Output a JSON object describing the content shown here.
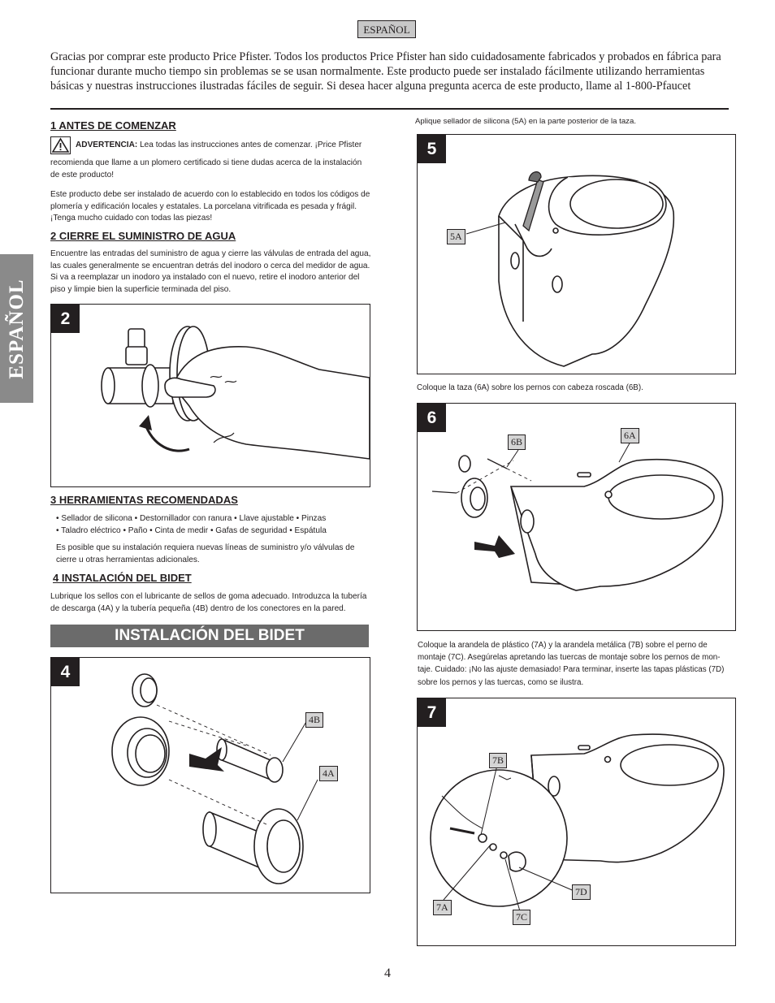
{
  "header": {
    "language_tag": "ESPAÑOL",
    "intro": "Gracias por comprar este producto Price Pfister. Todos los productos Price Pfister han sido cuidadosamente fabricados y probados en fábrica para funcionar durante mucho tiempo sin problemas se se usan normalmente. Este producto puede ser instalado fácilmente utilizando herramientas básicas y nuestras instrucciones ilustradas fáciles de seguir. Si desea hacer alguna pregunta acerca de este producto, llame al 1-800-Pfaucet"
  },
  "side_tab": "ESPAÑOL",
  "sections": {
    "s1": {
      "title": "1 ANTES DE COMENZAR",
      "warning_label": "ADVERTENCIA:",
      "warning_text": " Lea todas las instrucciones antes de comenzar. ¡Price Pfister recomienda que llame a un plomero certificado si tiene dudas acerca de la instalación de este producto!",
      "para": "Este producto debe ser instalado de acuerdo con lo establecido en todos los códigos de plomería y edificación locales y estatales. La porcelana vitrificada es pesada y frágil. ¡Tenga mucho cuidado con todas las piezas!"
    },
    "s2": {
      "title": "2 CIERRE EL SUMINISTRO DE AGUA",
      "para": "Encuentre las entradas del suministro de agua y cierre las válvulas de entrada del agua, las cuales generalmente se encuentran detrás del inodoro o cerca del medidor de agua. Si va a reemplazar un inodoro ya instalado con el nuevo, retire el inodoro anterior del piso y limpie bien la superficie terminada del piso."
    },
    "s3": {
      "title": "3  HERRAMIENTAS RECOMENDADAS",
      "tools_line1": "• Sellador de silicona • Destornillador con ranura • Llave ajustable • Pinzas",
      "tools_line2": "• Taladro eléctrico • Paño • Cinta de medir • Gafas de seguridad • Espátula",
      "para": "Es posible que su instalación requiera nuevas líneas de suministro y/o válvulas de cierre u otras herramientas adicionales."
    },
    "s4": {
      "title": "4  INSTALACIÓN DEL BIDET",
      "para": "Lubrique los sellos con el lubricante de sellos de goma adecuado. Introduzca la tubería de descarga (4A) y la tubería pequeña (4B) dentro de los conectores en la pared."
    }
  },
  "banner": "INSTALACIÓN DEL BIDET",
  "figures": {
    "fig2": {
      "number": "2"
    },
    "fig4": {
      "number": "4",
      "callouts": [
        "4B",
        "4A"
      ]
    },
    "fig5": {
      "number": "5",
      "caption": "Aplique sellador de silicona (5A) en la parte posterior de la taza.",
      "callouts": [
        "5A"
      ]
    },
    "fig6": {
      "number": "6",
      "caption": "Coloque la taza (6A) sobre los pernos con cabeza roscada (6B).",
      "callouts": [
        "6B",
        "6A"
      ]
    },
    "fig7": {
      "number": "7",
      "caption": "Coloque la arandela de plástico (7A) y la arandela metálica (7B) sobre el perno de montaje (7C). Asegúrelas apretando las tuercas de montaje sobre los pernos de mon- taje.  Cuidado: ¡No las ajuste demasiado! Para terminar, inserte las tapas plásticas (7D) sobre los pernos y las tuercas, como se ilustra.",
      "callouts": [
        "7B",
        "7D",
        "7A",
        "7C"
      ]
    }
  },
  "page_number": "4"
}
